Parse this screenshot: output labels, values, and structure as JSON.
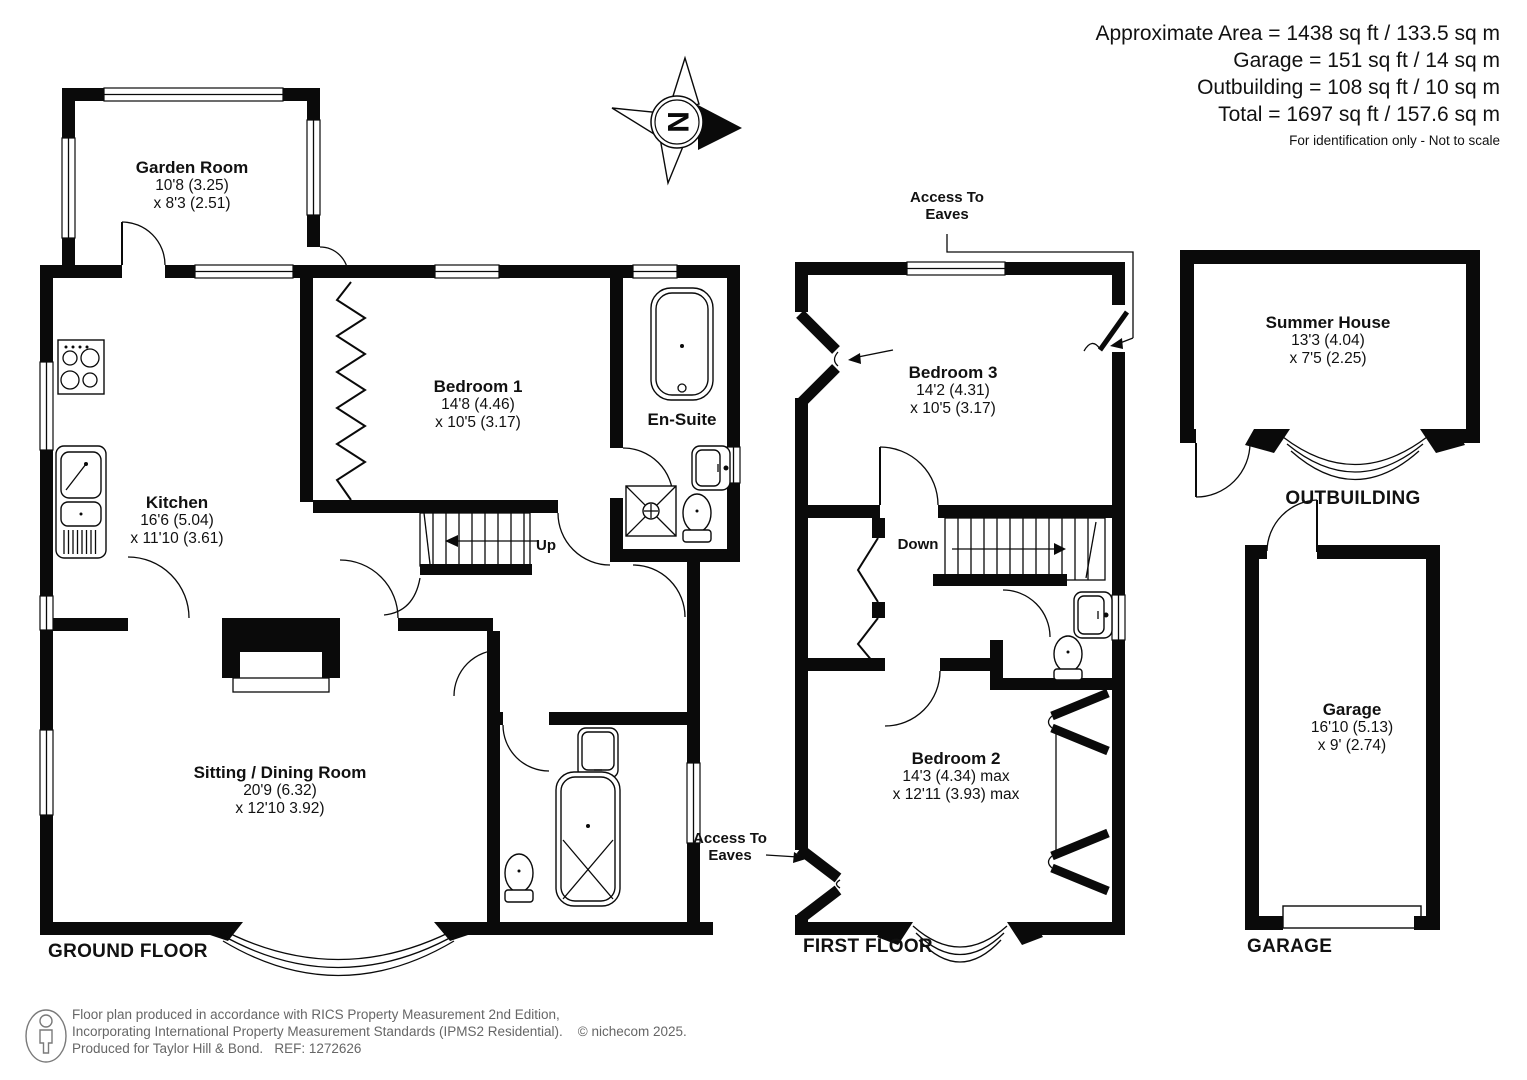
{
  "header": {
    "area_lines": [
      "Approximate Area = 1438 sq ft / 133.5 sq m",
      "Garage = 151 sq ft / 14 sq m",
      "Outbuilding = 108 sq ft / 10 sq m",
      "Total = 1697 sq ft / 157.6 sq m"
    ],
    "disclaimer": "For identification only - Not to scale"
  },
  "compass": {
    "north": "N"
  },
  "ground_floor": {
    "title": "GROUND FLOOR",
    "up": "Up",
    "rooms": {
      "garden_room": {
        "name": "Garden Room",
        "dim1": "10'8 (3.25)",
        "dim2": "x 8'3 (2.51)"
      },
      "kitchen": {
        "name": "Kitchen",
        "dim1": "16'6 (5.04)",
        "dim2": "x 11'10 (3.61)"
      },
      "bedroom_1": {
        "name": "Bedroom 1",
        "dim1": "14'8 (4.46)",
        "dim2": "x 10'5 (3.17)"
      },
      "en_suite": {
        "name": "En-Suite"
      },
      "sitting_dining": {
        "name": "Sitting / Dining Room",
        "dim1": "20'9 (6.32)",
        "dim2": "x 12'10 3.92)"
      }
    }
  },
  "first_floor": {
    "title": "FIRST FLOOR",
    "down": "Down",
    "access_to_eaves_top": {
      "line1": "Access To",
      "line2": "Eaves"
    },
    "access_to_eaves_bottom": {
      "line1": "Access To",
      "line2": "Eaves"
    },
    "rooms": {
      "bedroom_3": {
        "name": "Bedroom 3",
        "dim1": "14'2 (4.31)",
        "dim2": "x 10'5 (3.17)"
      },
      "bedroom_2": {
        "name": "Bedroom 2",
        "dim1": "14'3 (4.34) max",
        "dim2": "x 12'11 (3.93) max"
      }
    }
  },
  "outbuilding": {
    "title": "OUTBUILDING",
    "rooms": {
      "summer_house": {
        "name": "Summer House",
        "dim1": "13'3 (4.04)",
        "dim2": "x 7'5 (2.25)"
      }
    }
  },
  "garage": {
    "title": "GARAGE",
    "rooms": {
      "garage": {
        "name": "Garage",
        "dim1": "16'10 (5.13)",
        "dim2": "x 9' (2.74)"
      }
    }
  },
  "footer": {
    "line1": "Floor plan produced in accordance with RICS Property Measurement 2nd Edition,",
    "line2": "Incorporating International Property Measurement Standards (IPMS2 Residential).    © nichecom 2025.",
    "line3": "Produced for Taylor Hill & Bond.   REF: 1272626"
  }
}
